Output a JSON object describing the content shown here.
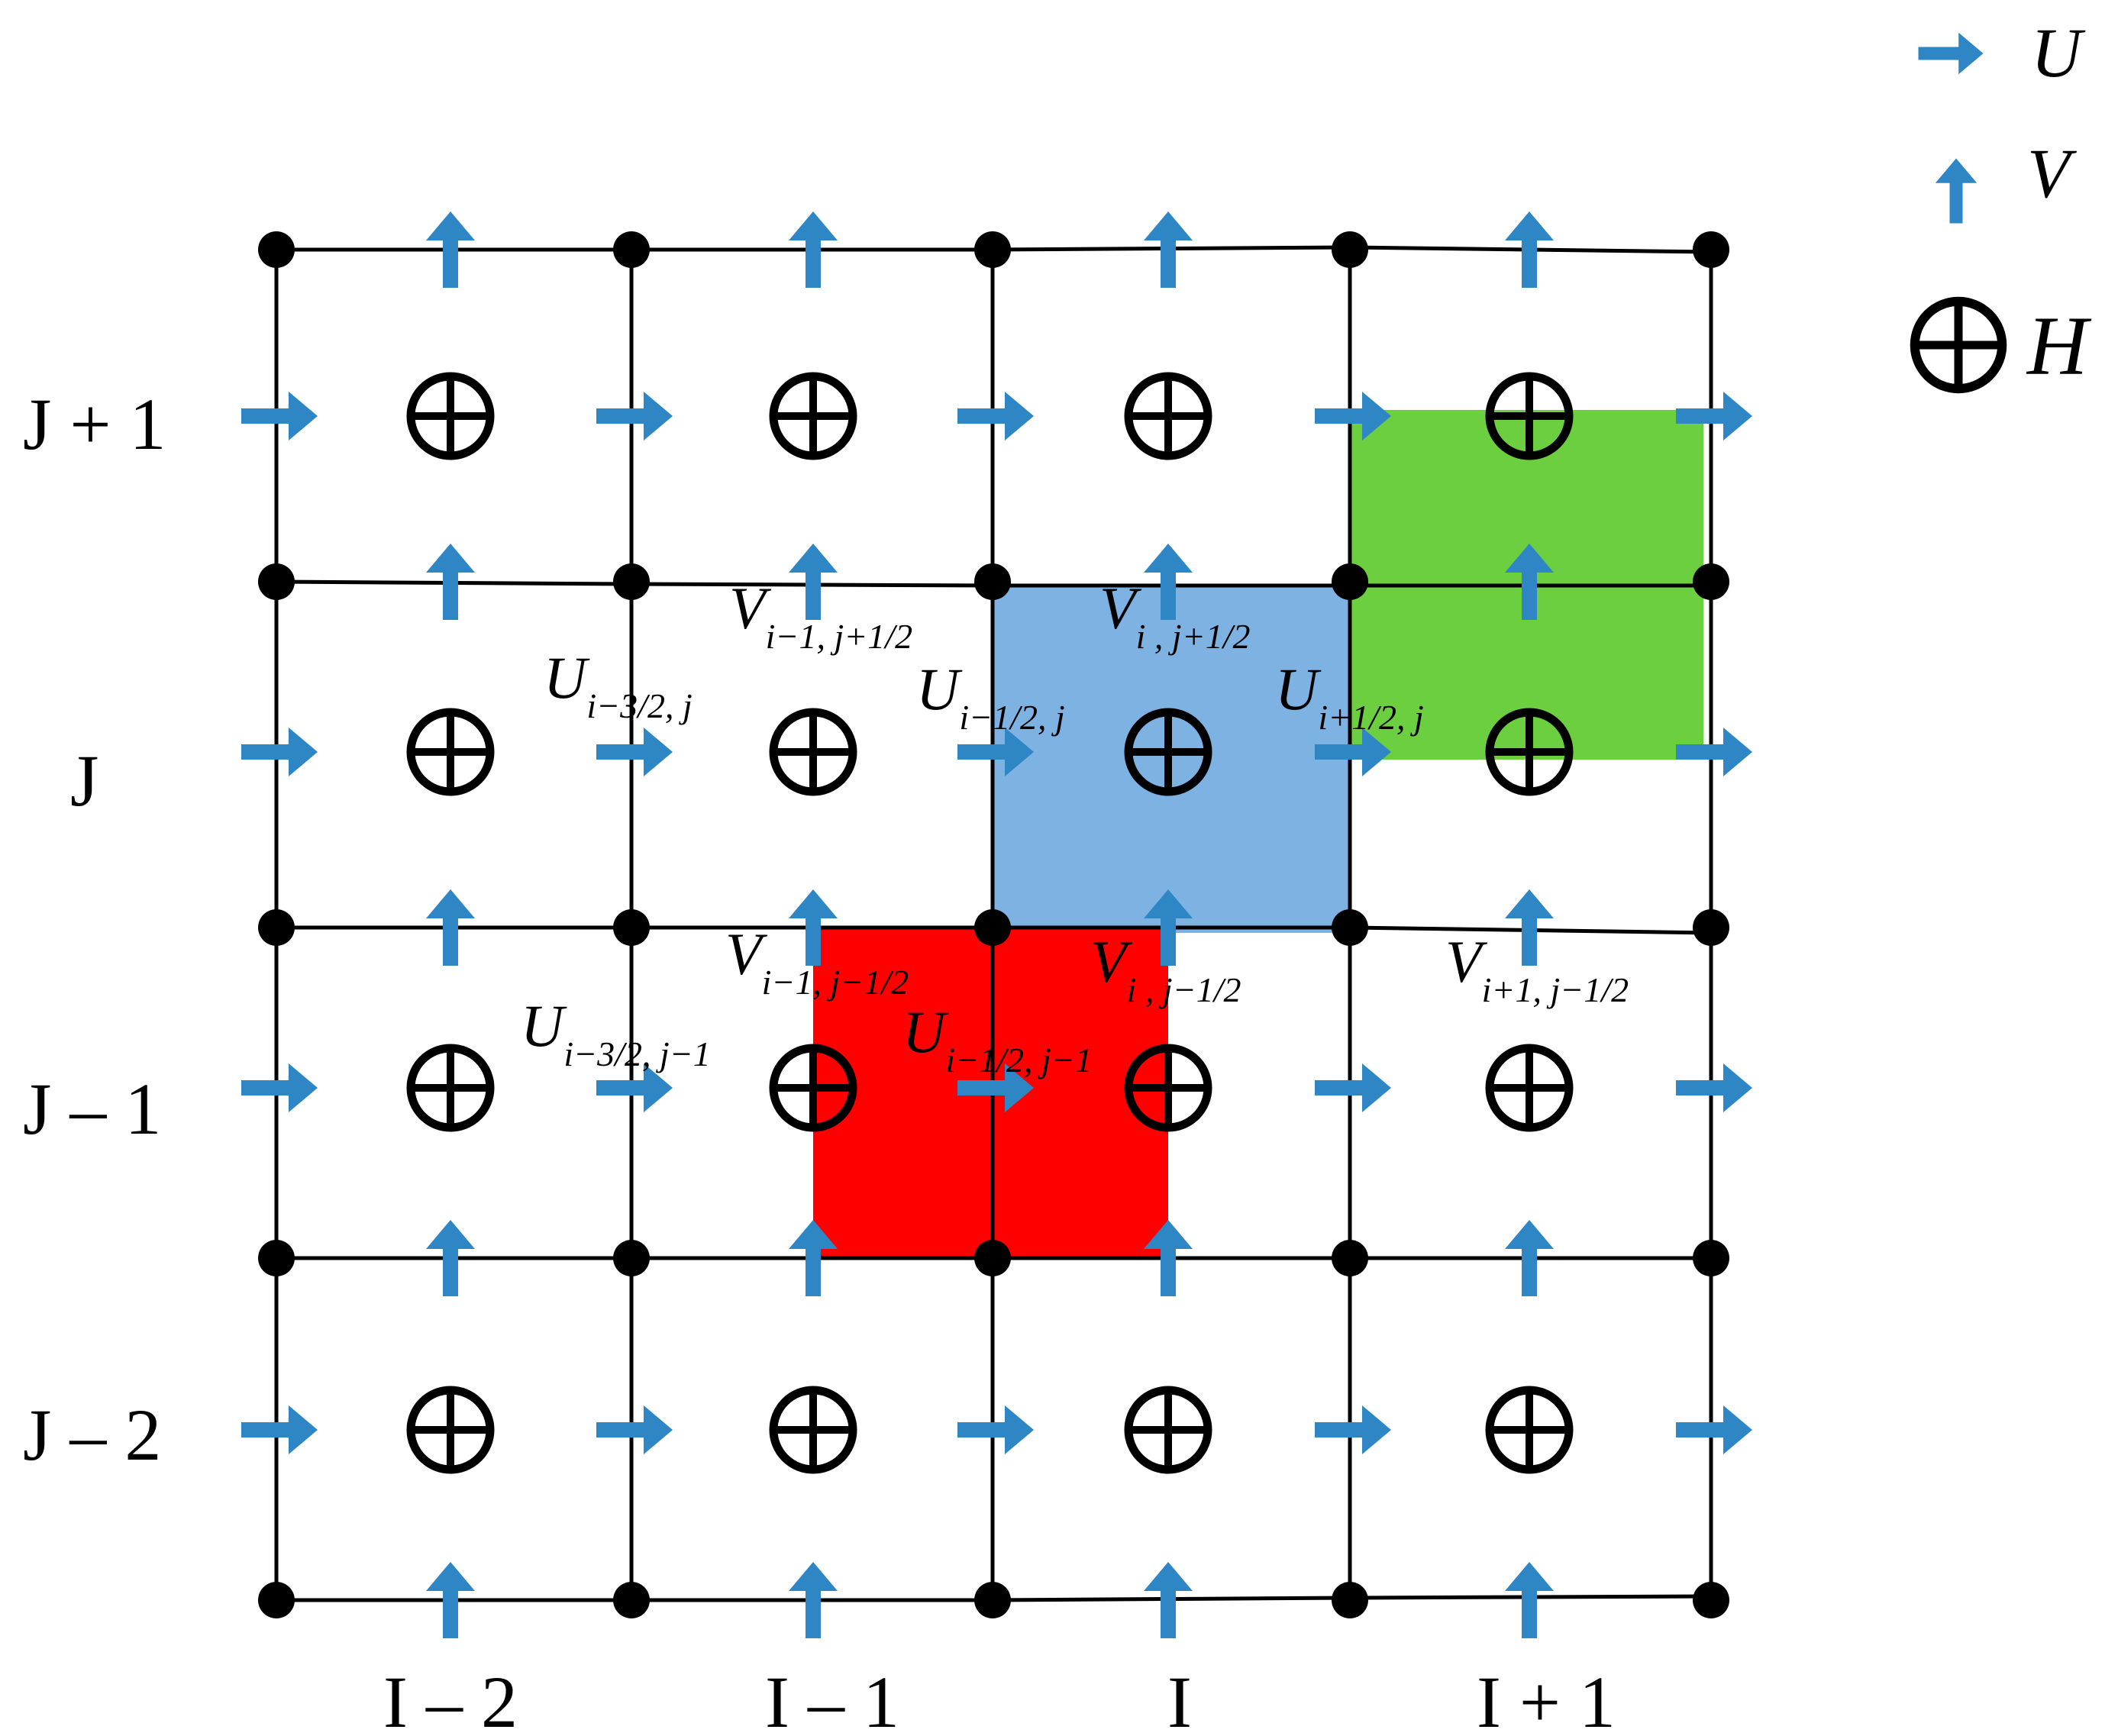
{
  "legend": {
    "u_label": "U",
    "v_label": "V",
    "h_label": "H"
  },
  "row_labels": [
    "J + 1",
    "J",
    "J – 1",
    "J – 2"
  ],
  "col_labels": [
    "I – 2",
    "I – 1",
    "I",
    "I + 1"
  ],
  "colors": {
    "arrow": "#2f86c5",
    "green_cell": "#6bcf3f",
    "blue_cell": "#7eb2e3",
    "red_cell": "#ff0000",
    "grid": "#000000"
  },
  "annotations": [
    {
      "id": "v-im1-jp",
      "base": "V",
      "sub": "i−1, j+1/2"
    },
    {
      "id": "v-i-jp",
      "base": "V",
      "sub": "i , j+1/2"
    },
    {
      "id": "u-im32-j",
      "base": "U",
      "sub": "i−3/2, j"
    },
    {
      "id": "u-im12-j",
      "base": "U",
      "sub": "i−1/2, j"
    },
    {
      "id": "u-ip12-j",
      "base": "U",
      "sub": "i+1/2, j"
    },
    {
      "id": "v-im1-jm",
      "base": "V",
      "sub": "i−1, j−1/2"
    },
    {
      "id": "v-i-jm",
      "base": "V",
      "sub": "i , j−1/2"
    },
    {
      "id": "v-ip1-jm",
      "base": "V",
      "sub": "i+1, j−1/2"
    },
    {
      "id": "u-im32-jm1",
      "base": "U",
      "sub": "i−3/2, j−1"
    },
    {
      "id": "u-im12-jm1",
      "base": "U",
      "sub": "i−1/2, j−1"
    }
  ]
}
